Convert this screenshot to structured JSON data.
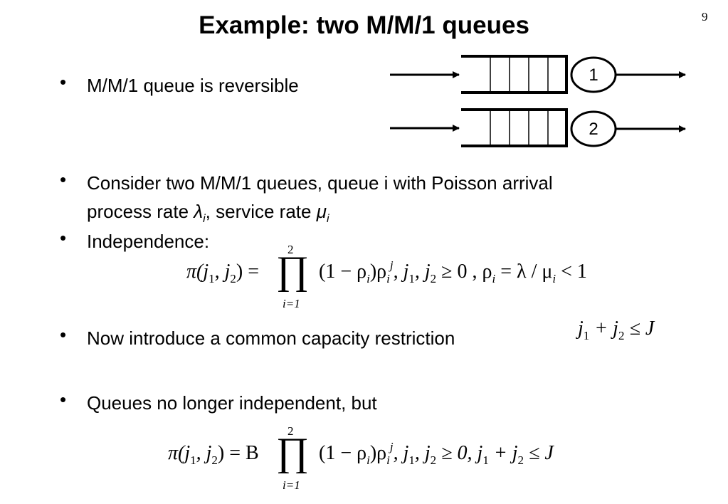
{
  "slide": {
    "page_number": "9",
    "title": "Example: two M/M/1 queues"
  },
  "diagram": {
    "server_1": "1",
    "server_2": "2"
  },
  "bullets": {
    "b1": "M/M/1 queue is reversible",
    "b2_line1": "Consider two M/M/1 queues, queue i with Poisson arrival",
    "b2_line2_a": "process rate ",
    "b2_lambda": "λ",
    "b2_i1": "i",
    "b2_line2_b": ", service rate ",
    "b2_mu": "μ",
    "b2_i2": "i",
    "b3": "Independence:",
    "b4": "Now introduce a common capacity restriction",
    "b5": "Queues no longer independent, but"
  },
  "formulas": {
    "prod_upper": "2",
    "prod_lower": "i=1",
    "prod_symbol": "∏",
    "f1_lhs": "π(j",
    "f1_s1": "1",
    "f1_mid": ", j",
    "f1_s2": "2",
    "f1_rhs": ") =",
    "f1_term": "(1 − ρ",
    "f1_ti": "i",
    "f1_term2": ")ρ",
    "f1_ti2": "i",
    "f1_j": "j",
    "f1_cond_a": ",    j",
    "f1_c1": "1",
    "f1_cond_b": ", j",
    "f1_c2": "2",
    "f1_cond_c": " ≥ 0  ,     ρ",
    "f1_ri": "i",
    "f1_cond_d": " = λ / μ",
    "f1_mi": "i",
    "f1_cond_e": " < 1",
    "cap_j": "j",
    "cap_1": "1",
    "cap_plus": " + j",
    "cap_2": "2",
    "cap_rest": " ≤ J",
    "f2_rhs": ") = B",
    "f2_cond_c": " ≥ 0, j",
    "f2_c3": "1",
    "f2_cond_d": " + j",
    "f2_c4": "2",
    "f2_cond_e": " ≤ J"
  }
}
